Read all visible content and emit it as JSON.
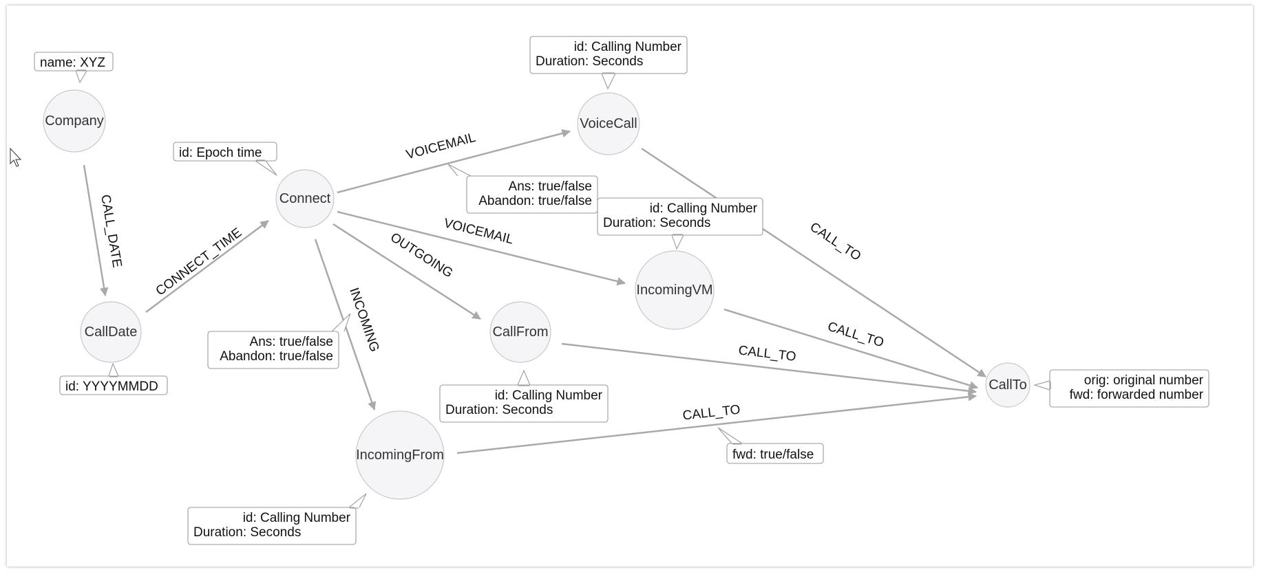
{
  "nodes": [
    {
      "id": "company",
      "label": "Company"
    },
    {
      "id": "calldate",
      "label": "CallDate"
    },
    {
      "id": "connect",
      "label": "Connect"
    },
    {
      "id": "voicecall",
      "label": "VoiceCall"
    },
    {
      "id": "incomingvm",
      "label": "IncomingVM"
    },
    {
      "id": "callfrom",
      "label": "CallFrom"
    },
    {
      "id": "incomingfrom",
      "label": "IncomingFrom"
    },
    {
      "id": "callto",
      "label": "CallTo"
    }
  ],
  "edges": [
    {
      "id": "call-date",
      "from": "company",
      "to": "calldate",
      "label": "CALL_DATE"
    },
    {
      "id": "connect-time",
      "from": "calldate",
      "to": "connect",
      "label": "CONNECT_TIME"
    },
    {
      "id": "voicemail-1",
      "from": "connect",
      "to": "voicecall",
      "label": "VOICEMAIL"
    },
    {
      "id": "voicemail-2",
      "from": "connect",
      "to": "incomingvm",
      "label": "VOICEMAIL"
    },
    {
      "id": "outgoing",
      "from": "connect",
      "to": "callfrom",
      "label": "OUTGOING"
    },
    {
      "id": "incoming",
      "from": "connect",
      "to": "incomingfrom",
      "label": "INCOMING"
    },
    {
      "id": "call-to-1",
      "from": "voicecall",
      "to": "callto",
      "label": "CALL_TO"
    },
    {
      "id": "call-to-2",
      "from": "incomingvm",
      "to": "callto",
      "label": "CALL_TO"
    },
    {
      "id": "call-to-3",
      "from": "callfrom",
      "to": "callto",
      "label": "CALL_TO"
    },
    {
      "id": "call-to-4",
      "from": "incomingfrom",
      "to": "callto",
      "label": "CALL_TO"
    }
  ],
  "properties": {
    "company": [
      "name: XYZ"
    ],
    "calldate": [
      "id: YYYYMMDD"
    ],
    "connect": [
      "id: Epoch time"
    ],
    "voicecall": [
      "id: Calling Number",
      "Duration: Seconds"
    ],
    "incomingvm": [
      "id: Calling Number",
      "Duration: Seconds"
    ],
    "callfrom": [
      "id: Calling Number",
      "Duration: Seconds"
    ],
    "incomingfrom": [
      "id: Calling Number",
      "Duration: Seconds"
    ],
    "callto": [
      "orig: original number",
      "fwd: forwarded number"
    ],
    "voicemail_edge": [
      "Ans: true/false",
      "Abandon: true/false"
    ],
    "incoming_edge": [
      "Ans: true/false",
      "Abandon: true/false"
    ],
    "call_to_edge": [
      "fwd: true/false"
    ]
  },
  "colors": {
    "edge": "#a9a9a9",
    "node_fill": "#f5f5f7",
    "node_stroke": "#c8c8cc",
    "callout_border": "#9a9a9a"
  },
  "icons": {
    "cursor": "mouse-pointer-icon"
  }
}
